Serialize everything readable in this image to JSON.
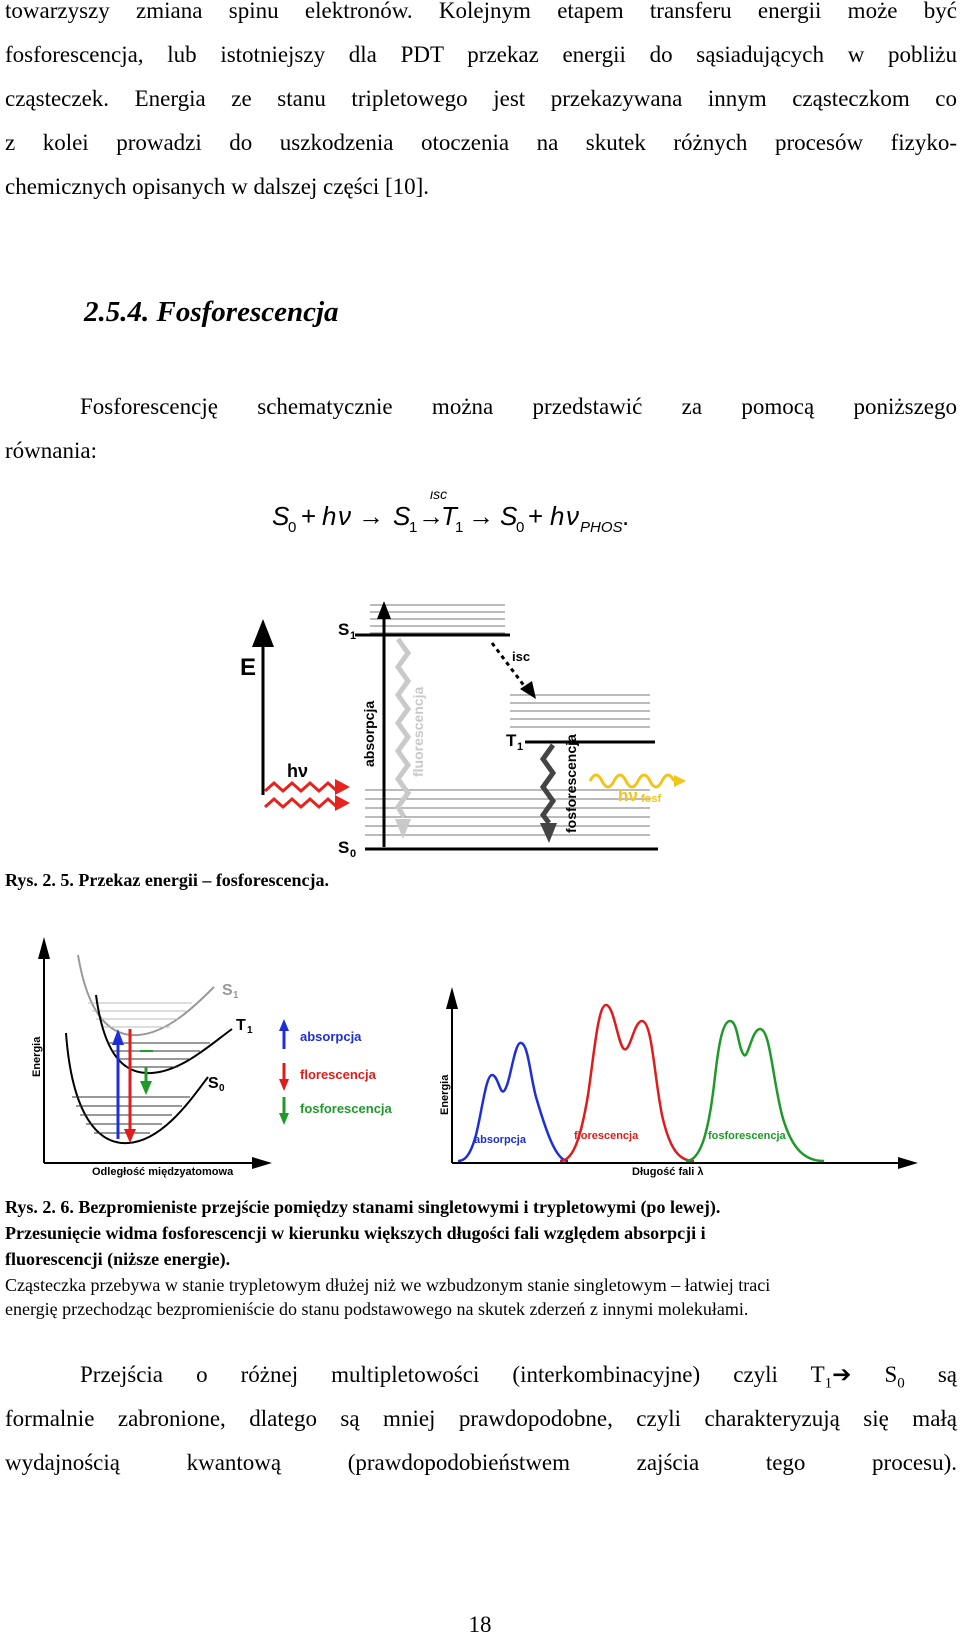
{
  "intro_lines": [
    "towarzyszy zmiana spinu elektronów. Kolejnym etapem transferu energii może być",
    "fosforescencja, lub istotniejszy dla PDT przekaz energii do sąsiadujących w pobliżu",
    "cząsteczek. Energia ze stanu tripletowego jest przekazywana innym cząsteczkom co",
    "z kolei prowadzi do uszkodzenia otoczenia na skutek różnych procesów fizyko-",
    "chemicznych opisanych w dalszej części [10]."
  ],
  "section_heading": "2.5.4. Fosforescencja",
  "equation_intro_1": "Fosforescencję schematycznie można przedstawić za pomocą poniższego",
  "equation_intro_2": "równania:",
  "equation": {
    "isc": "isc",
    "s": "S",
    "t": "T",
    "sub0": "0",
    "sub1": "1",
    "plus": "+",
    "h": "h",
    "nu": "ν",
    "arrow": "→",
    "phos": "PHOS",
    "dot": "."
  },
  "fig5": {
    "e_label": "E",
    "s1": "S",
    "s1_sub": "1",
    "t1": "T",
    "t1_sub": "1",
    "s0": "S",
    "s0_sub": "0",
    "isc": "isc",
    "absorpcja": "absorpcja",
    "fluorescencja": "fluorescencja",
    "fosforescencja": "fosforescencja",
    "hv": "hν",
    "hv_fosf": "hν",
    "fosf_sub": "fosf",
    "colors": {
      "red": "#e8231e",
      "gray": "#c9c9c9",
      "yellow": "#f2c419",
      "black": "#000000"
    }
  },
  "caption_5": "Rys. 2. 5. Przekaz energii – fosforescencja.",
  "fig6": {
    "energia_left": "Energia",
    "s1": "S",
    "s1_sub": "1",
    "t1": "T",
    "t1_sub": "1",
    "s0": "S",
    "s0_sub": "0",
    "x_left": "Odległość międzyatomowa",
    "legend_absorpcja": "absorpcja",
    "legend_florescencja": "florescencja",
    "legend_fosforescencja": "fosforescencja",
    "energia_right": "Energia",
    "spec_absorpcja": "absorpcja",
    "spec_florescencja": "florescencja",
    "spec_fosforescencja": "fosforescencja",
    "x_right": "Długość fali λ",
    "colors": {
      "blue": "#1f2fd6",
      "red": "#e01b1b",
      "green": "#1f9a2a"
    }
  },
  "caption_6_bold_1": "Rys. 2. 6. Bezpromieniste przejście pomiędzy stanami singletowymi i trypletowymi (po lewej).",
  "caption_6_bold_2": "Przesunięcie widma fosforescencji w kierunku większych długości fali względem absorpcji i",
  "caption_6_bold_3": "fluorescencji (niższe energie).",
  "caption_6_normal_1": "Cząsteczka przebywa w stanie trypletowym dłużej niż we wzbudzonym stanie singletowym – łatwiej traci",
  "caption_6_normal_2": "energię przechodząc bezpromieniście do stanu podstawowego na skutek zderzeń z innymi molekułami.",
  "final_lines": {
    "line1_a": "Przejścia o różnej multipletowości (interkombinacyjne) czyli T",
    "line1_sub1": "1",
    "line1_arrow": "➔",
    "line1_b": " S",
    "line1_sub0": "0",
    "line1_c": " są",
    "line2": "formalnie zabronione, dlatego są mniej prawdopodobne, czyli charakteryzują się małą",
    "line3": "wydajnością kwantową (prawdopodobieństwem zajścia tego procesu)."
  },
  "page_number": "18"
}
